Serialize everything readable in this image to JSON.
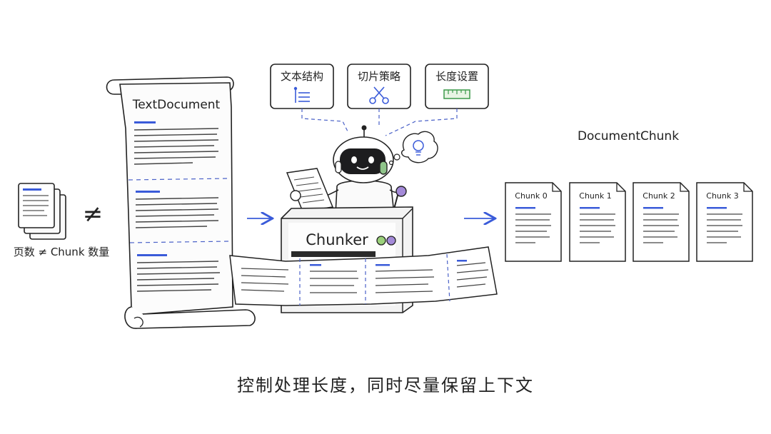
{
  "left_note": {
    "symbol": "≠",
    "caption": "页数 ≠ Chunk 数量"
  },
  "text_document": {
    "title": "TextDocument"
  },
  "options": [
    {
      "label": "文本结构",
      "icon": "list-structure-icon"
    },
    {
      "label": "切片策略",
      "icon": "scissors-icon"
    },
    {
      "label": "长度设置",
      "icon": "ruler-icon"
    }
  ],
  "chunker": {
    "label": "Chunker"
  },
  "output": {
    "title": "DocumentChunk",
    "chunks": [
      "Chunk 0",
      "Chunk 1",
      "Chunk 2",
      "Chunk 3"
    ]
  },
  "caption": "控制处理长度，同时尽量保留上下文",
  "colors": {
    "ink": "#222222",
    "accent_blue": "#3a5bd9",
    "dash_blue": "#4b62c8",
    "ruler_green": "#3c9a4a",
    "purple": "#a48ad8",
    "green_button": "#9ad07a",
    "headphone": "#8fc48a"
  }
}
